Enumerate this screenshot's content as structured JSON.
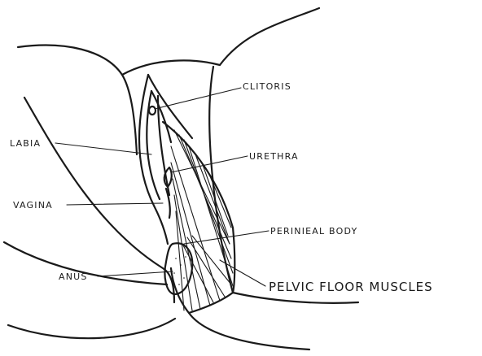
{
  "labels": {
    "clitoris": "CLITORIS",
    "labia": "LABIA",
    "urethra": "URETHRA",
    "vagina": "VAGINA",
    "perinieal_body": "PERINIEAL BODY",
    "anus": "ANUS",
    "pelvic_floor_muscles": "PELVIC FLOOR MUSCLES"
  }
}
